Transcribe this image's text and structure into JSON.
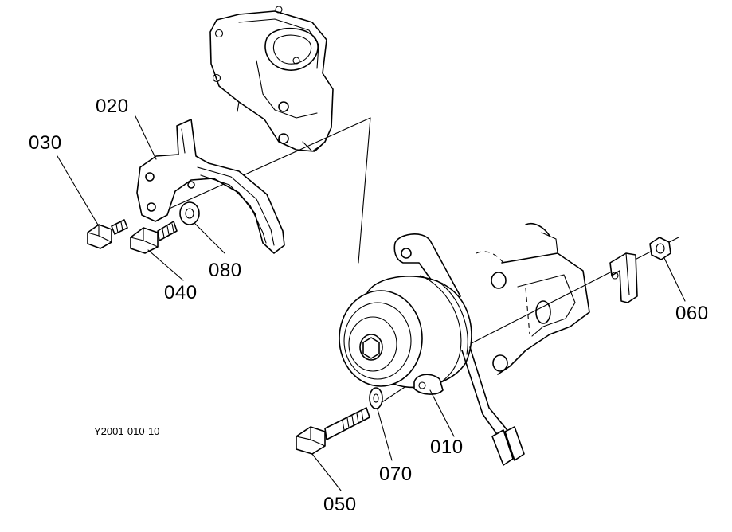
{
  "figure_ref": "Y2001-010-10",
  "parts": [
    {
      "id": "part-010",
      "label": "010"
    },
    {
      "id": "part-020",
      "label": "020"
    },
    {
      "id": "part-030",
      "label": "030"
    },
    {
      "id": "part-040",
      "label": "040"
    },
    {
      "id": "part-050",
      "label": "050"
    },
    {
      "id": "part-060",
      "label": "060"
    },
    {
      "id": "part-070",
      "label": "070"
    },
    {
      "id": "part-080",
      "label": "080"
    }
  ]
}
